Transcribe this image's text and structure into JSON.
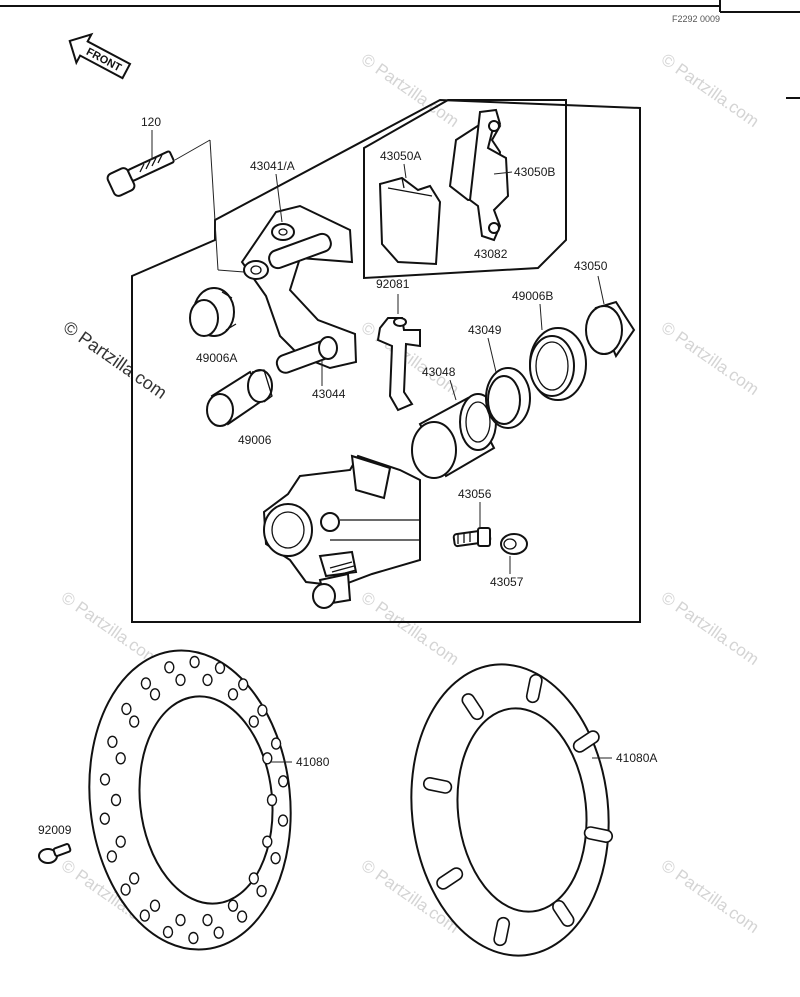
{
  "header": {
    "title_fragment": "85-89 KDX200-C4/C5/... F...",
    "figure_code": "F2292 0009"
  },
  "front_marker": {
    "label": "FRONT",
    "icon": "front-arrow-icon"
  },
  "callouts": {
    "p120": "120",
    "p43041": "43041/A",
    "p43050a": "43050A",
    "p43050b": "43050B",
    "p43082": "43082",
    "p92081": "92081",
    "p43050": "43050",
    "p49006b": "49006B",
    "p43049": "43049",
    "p49006a": "49006A",
    "p43048": "43048",
    "p43044": "43044",
    "p49006": "49006",
    "p43056": "43056",
    "p43057": "43057",
    "p41080": "41080",
    "p41080a": "41080A",
    "p92009": "92009"
  },
  "watermark": {
    "main": "© Partzilla.com",
    "repeat": "© Partzilla.com"
  }
}
